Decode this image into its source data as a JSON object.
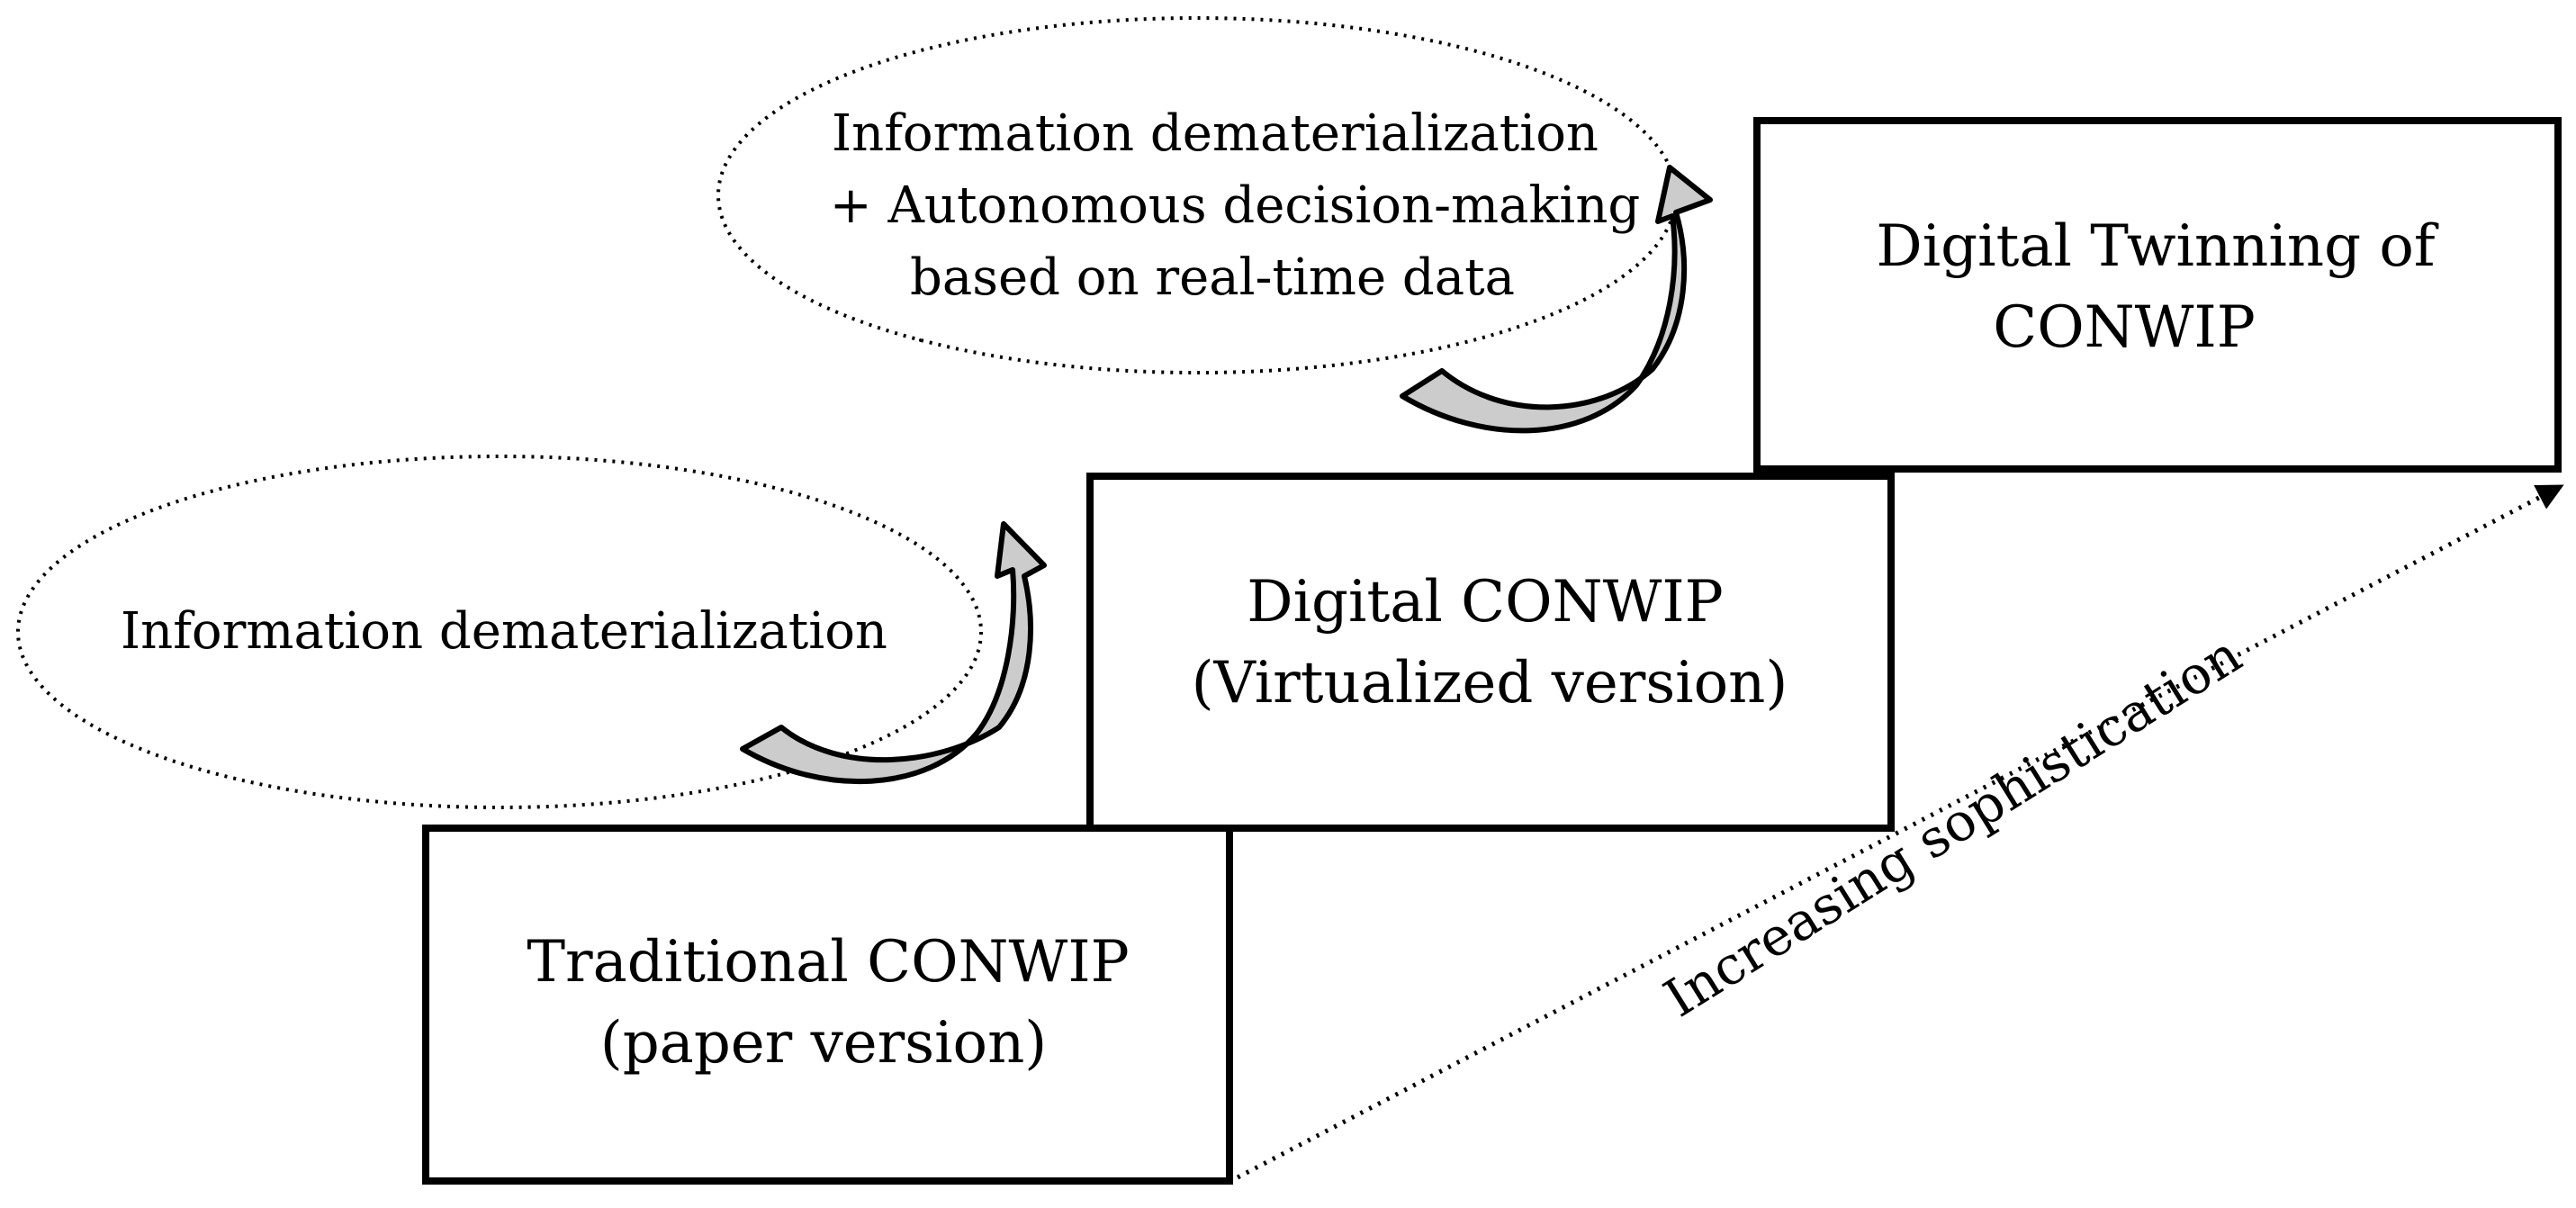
{
  "stages": [
    {
      "id": "traditional",
      "lines": [
        "Traditional CONWIP",
        "(paper version)"
      ]
    },
    {
      "id": "digital",
      "lines": [
        "Digital CONWIP",
        "(Virtualized version)"
      ]
    },
    {
      "id": "twin",
      "lines": [
        "Digital Twinning of",
        "CONWIP"
      ]
    }
  ],
  "transitions": [
    {
      "lines": [
        "Information dematerialization"
      ]
    },
    {
      "lines": [
        "Information dematerialization",
        "+ Autonomous decision-making",
        "based on real-time data"
      ]
    }
  ],
  "axis_label": "Increasing sophistication",
  "colors": {
    "stroke": "#000000",
    "arrow_fill": "#cccccc",
    "background": "#ffffff"
  }
}
